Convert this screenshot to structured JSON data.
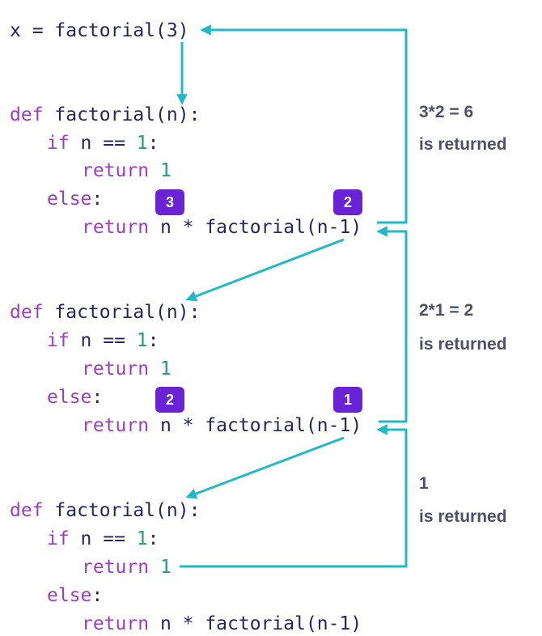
{
  "code": {
    "call_line": "x = factorial(3)",
    "def_kw": "def",
    "def_rest_pre": " factorial(",
    "param": "n",
    "def_rest_post": "):",
    "if_kw": "if",
    "cond": " n == ",
    "one": "1",
    "colon": ":",
    "return_kw": "return",
    "else_kw": "else",
    "recursive_rest": " n * factorial(n-1)"
  },
  "badges": {
    "block1_left": "3",
    "block1_right": "2",
    "block2_left": "2",
    "block2_right": "1"
  },
  "notes": {
    "n1_value": "3*2 = 6",
    "n1_text": "is returned",
    "n2_value": "2*1 = 2",
    "n2_text": "is returned",
    "n3_value": "1",
    "n3_text": "is returned"
  },
  "colors": {
    "arrow": "#20b9c6",
    "keyword": "#9b3ec4",
    "number": "#1e9e79",
    "badge": "#6a22d6",
    "text": "#25265e"
  }
}
